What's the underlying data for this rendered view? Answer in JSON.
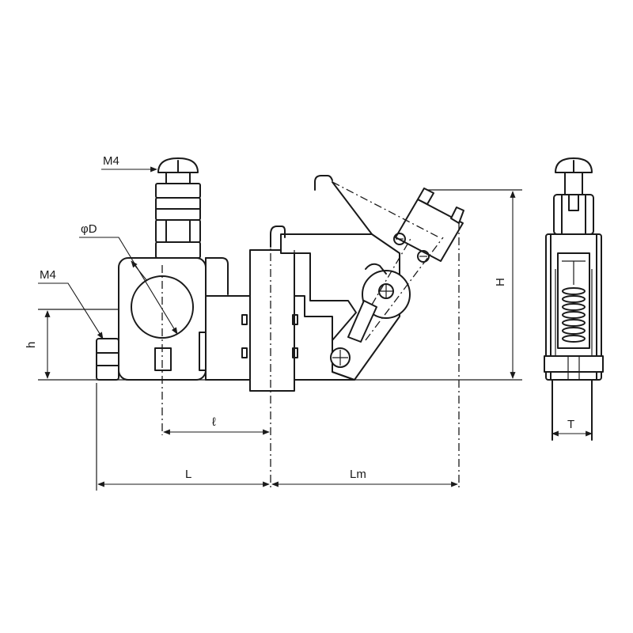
{
  "labels": {
    "m4_top": "M4",
    "diameter": "φD",
    "m4_side": "M4",
    "h_small": "h",
    "l_small": "ℓ",
    "l_length": "L",
    "lm_length": "Lm",
    "h_height": "H",
    "t_thickness": "T"
  },
  "colors": {
    "ink": "#1a1a1a",
    "paper": "#ffffff"
  }
}
